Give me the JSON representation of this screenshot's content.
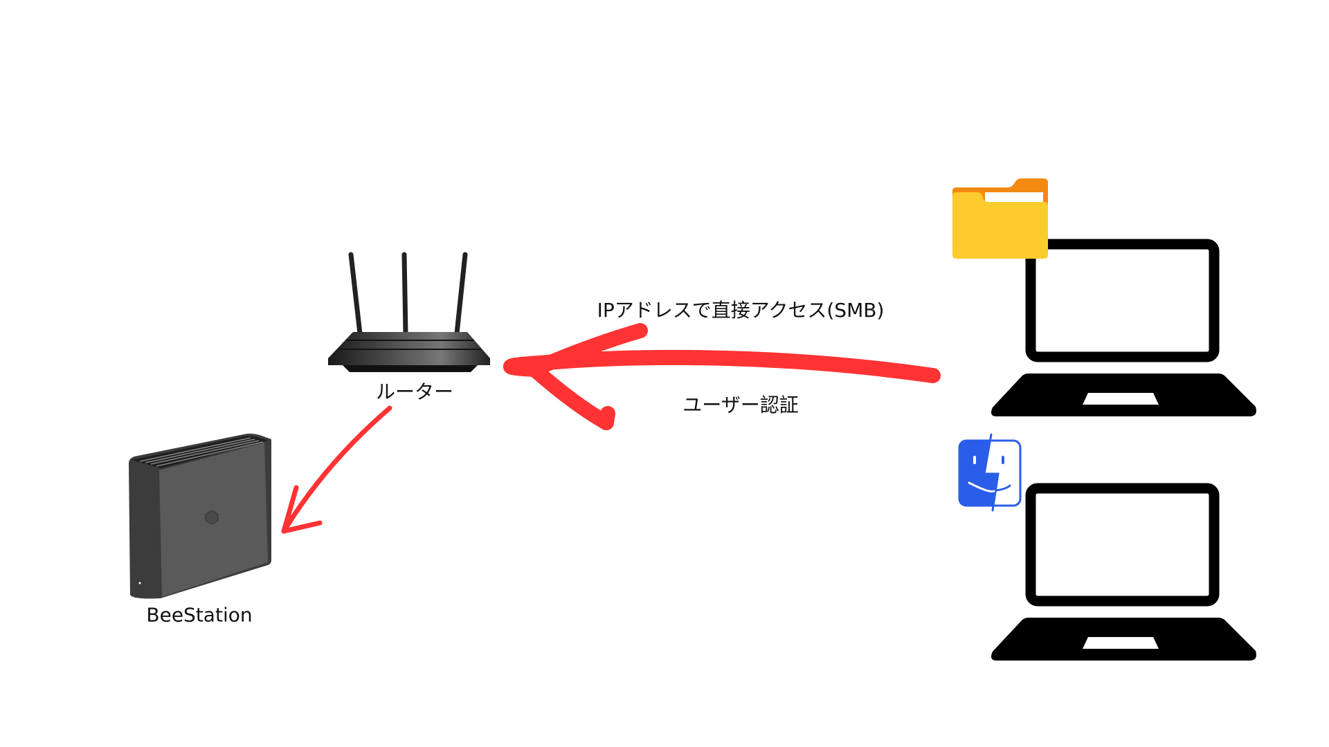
{
  "nodes": {
    "router": {
      "label": "ルーター"
    },
    "nas": {
      "label": "BeeStation"
    }
  },
  "edges": {
    "client_to_router": {
      "label_top": "IPアドレスで直接アクセス(SMB)",
      "label_bottom": "ユーザー認証"
    }
  },
  "colors": {
    "arrow": "#ff3333",
    "folder": "#fccc2e",
    "folder_back": "#f28a12",
    "finder": "#2a5ee8"
  },
  "icons": [
    "router-icon",
    "nas-device-icon",
    "laptop-icon",
    "folder-icon",
    "finder-icon"
  ]
}
